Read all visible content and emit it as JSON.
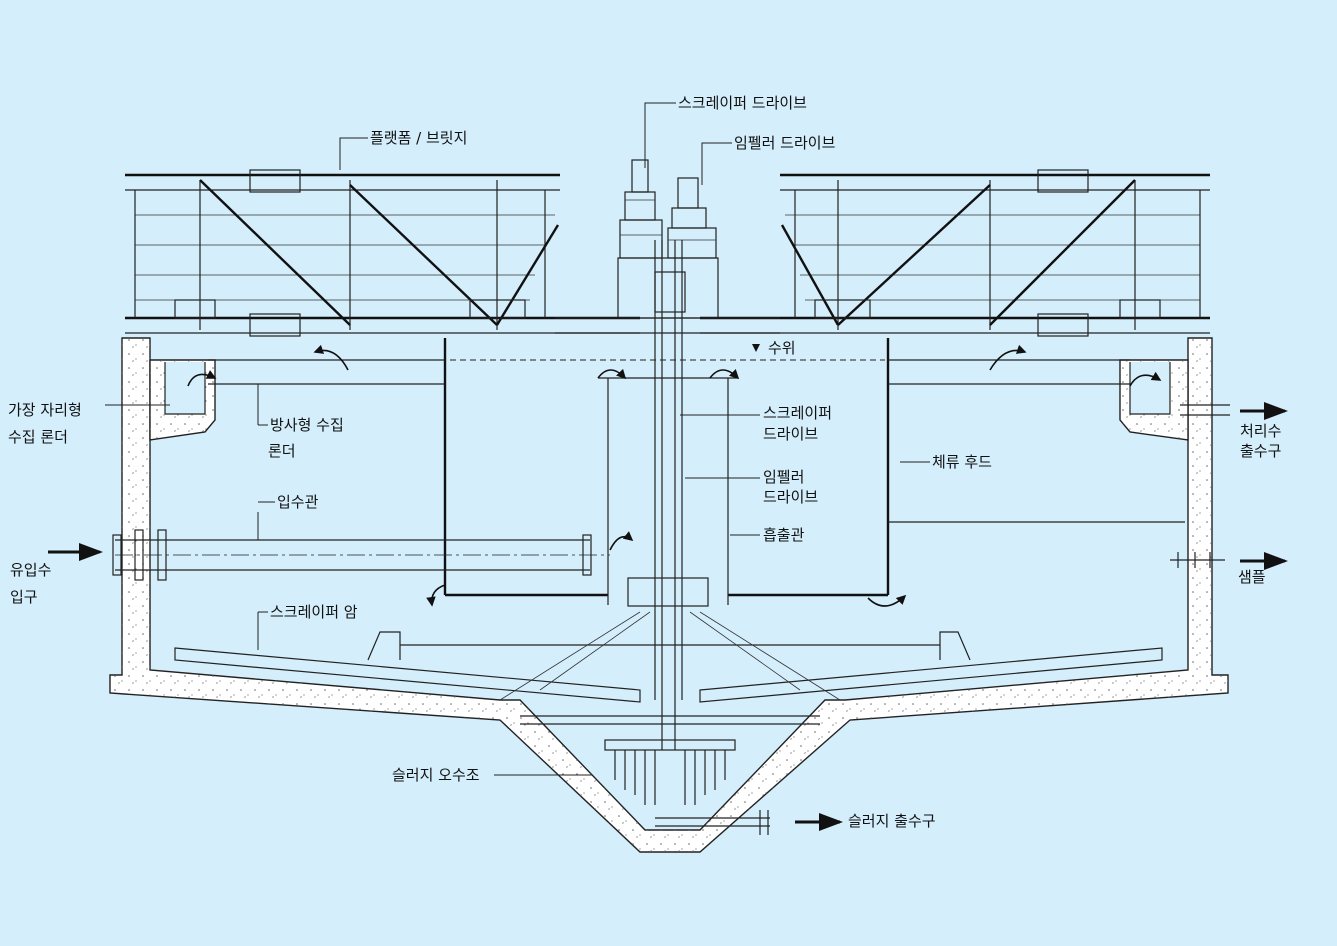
{
  "labels": {
    "scraper_drive_top": "스크레이퍼 드라이브",
    "impeller_drive_top": "임펠러 드라이브",
    "platform_bridge": "플랫폼 / 브릿지",
    "water_level": "수위",
    "peripheral_launder_1": "가장 자리형",
    "peripheral_launder_2": "수집 론더",
    "radial_launder_1": "방사형 수집",
    "radial_launder_2": "론더",
    "scraper_drive_mid_1": "스크레이퍼",
    "scraper_drive_mid_2": "드라이브",
    "impeller_drive_mid_1": "임펠러",
    "impeller_drive_mid_2": "드라이브",
    "baffle_hood": "체류 후드",
    "inlet_pipe": "입수관",
    "draft_tube": "흡출관",
    "inflow_1": "유입수",
    "inflow_2": "입구",
    "effluent_1": "처리수",
    "effluent_2": "출수구",
    "sample": "샘플",
    "scraper_arm": "스크레이퍼 암",
    "sludge_sump": "슬러지 오수조",
    "sludge_outlet": "슬러지 출수구"
  },
  "colors": {
    "background": "#d4eefb",
    "line": "#222222",
    "concrete": "#ffffff"
  }
}
